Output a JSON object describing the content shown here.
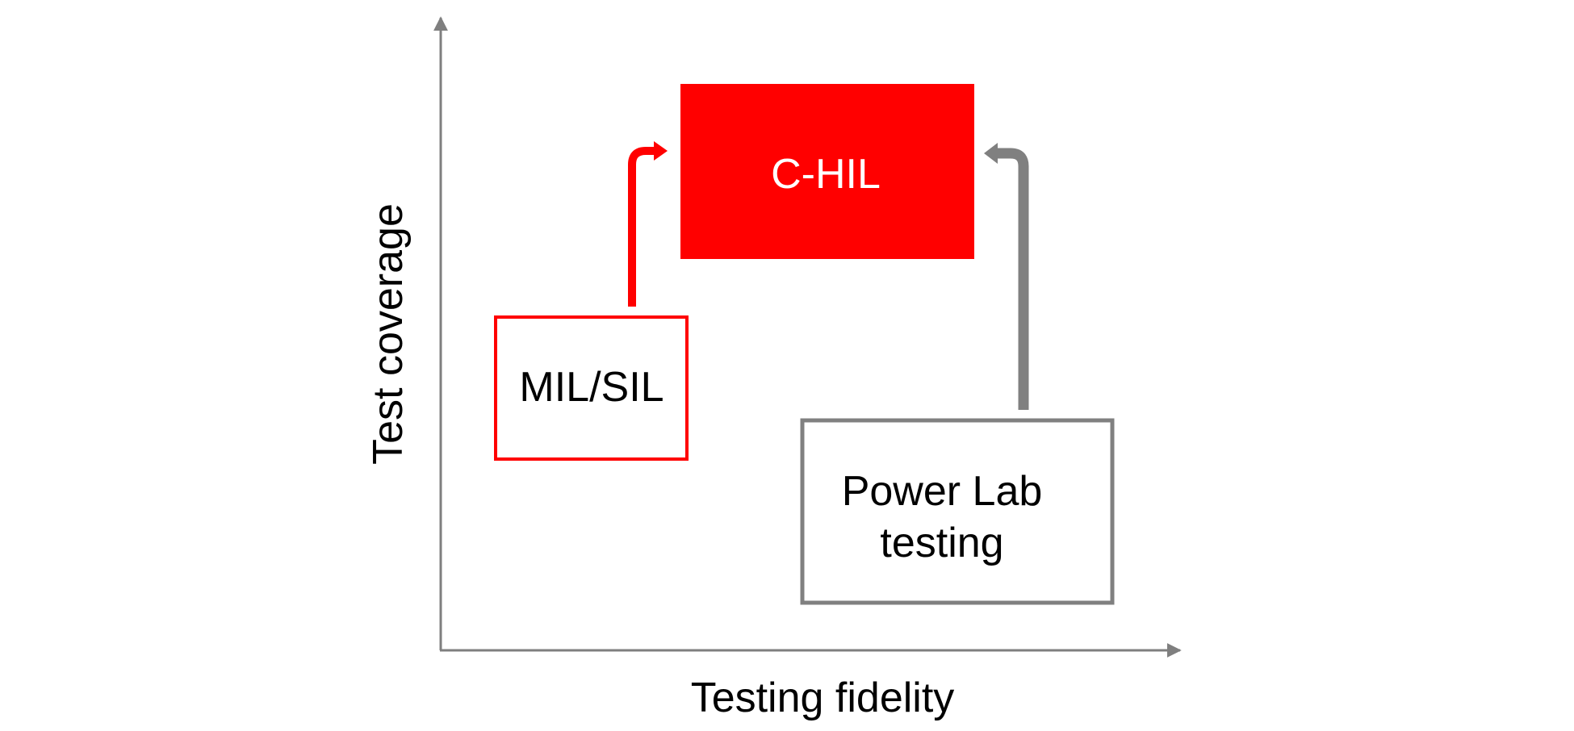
{
  "axes": {
    "y_label": "Test coverage",
    "x_label": "Testing fidelity"
  },
  "nodes": {
    "chil": {
      "label": "C-HIL"
    },
    "milsil": {
      "label": "MIL/SIL"
    },
    "powerlab": {
      "label_line1": "Power Lab",
      "label_line2": "testing"
    }
  },
  "colors": {
    "accent": "#ff0000",
    "gray": "#808080",
    "axis": "#7f7f7f",
    "text": "#000000",
    "on_accent_text": "#ffffff"
  }
}
